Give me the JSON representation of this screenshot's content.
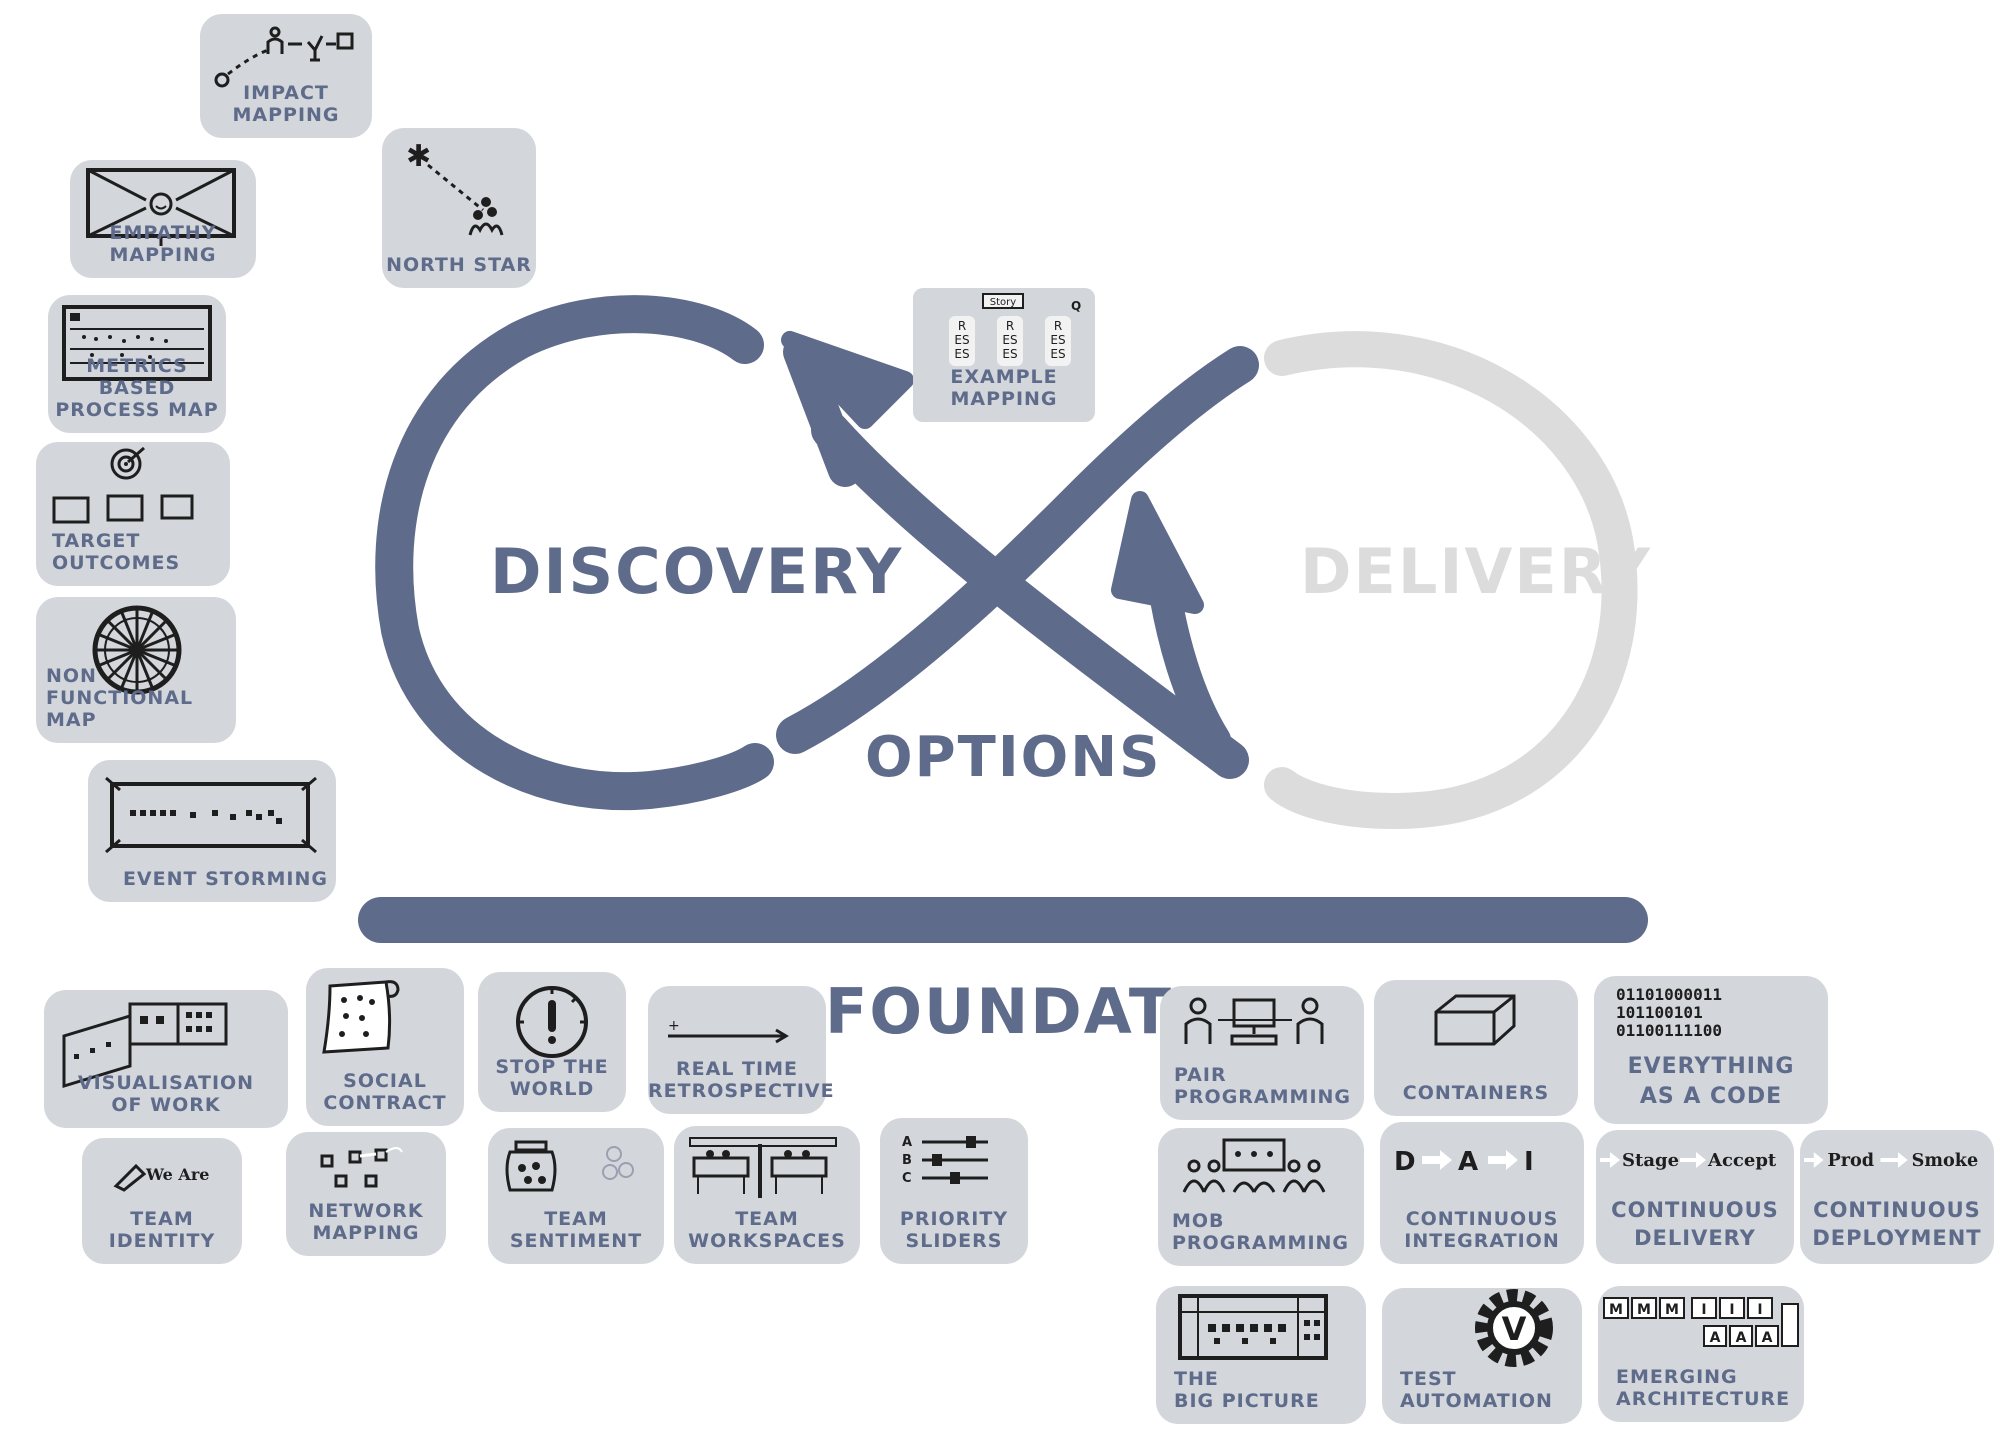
{
  "colors": {
    "accent": "#5e6b8a",
    "muted": "#dcdcdc",
    "card": "#d3d6db",
    "ink": "#1e1e1e"
  },
  "headings": {
    "discovery": "DISCOVERY",
    "delivery": "DELIVERY",
    "options": "OPTIONS",
    "foundation": "FOUNDATION"
  },
  "discovery_cards": [
    {
      "label": "IMPACT MAPPING",
      "icon": "impact-mapping-icon"
    },
    {
      "label": "NORTH STAR",
      "icon": "north-star-icon"
    },
    {
      "label": "EMPATHY MAPPING",
      "icon": "empathy-map-icon"
    },
    {
      "label": "METRICS BASED\nPROCESS MAP",
      "icon": "process-map-icon"
    },
    {
      "label": "TARGET\nOUTCOMES",
      "icon": "target-icon"
    },
    {
      "label": "NON FUNCTIONAL\nMAP",
      "icon": "wheel-icon"
    },
    {
      "label": "EVENT STORMING",
      "icon": "event-storming-icon"
    }
  ],
  "options_cards": [
    {
      "label": "EXAMPLE\nMAPPING",
      "icon": "example-mapping-icon",
      "header": "Story",
      "corner": "Q",
      "letters": [
        "R",
        "ES",
        "ES"
      ]
    }
  ],
  "foundation_cards": [
    {
      "label": "VISUALISATION\nOF WORK",
      "icon": "board-icon"
    },
    {
      "label": "SOCIAL\nCONTRACT",
      "icon": "scroll-icon"
    },
    {
      "label": "STOP THE\nWORLD",
      "icon": "alarm-icon"
    },
    {
      "label": "REAL TIME\nRETROSPECTIVE",
      "icon": "timeline-icon"
    },
    {
      "label": "TEAM\nIDENTITY",
      "icon": "rocket-icon",
      "sub": "We Are"
    },
    {
      "label": "NETWORK\nMAPPING",
      "icon": "network-icon"
    },
    {
      "label": "TEAM\nSENTIMENT",
      "icon": "jar-icon"
    },
    {
      "label": "TEAM\nWORKSPACES",
      "icon": "workspace-icon"
    },
    {
      "label": "PRIORITY\nSLIDERS",
      "icon": "sliders-icon",
      "letters": [
        "A",
        "B",
        "C"
      ]
    }
  ],
  "delivery_cards": [
    {
      "label": "PAIR\nPROGRAMMING",
      "icon": "pair-icon"
    },
    {
      "label": "CONTAINERS",
      "icon": "box-icon"
    },
    {
      "label": "EVERYTHING\nAS A CODE",
      "icon": "binary-icon",
      "code": [
        "01101000011",
        "101100101",
        "01100111100"
      ]
    },
    {
      "label": "MOB\nPROGRAMMING",
      "icon": "mob-icon"
    },
    {
      "label": "CONTINUOUS\nINTEGRATION",
      "icon": "dai-icon",
      "steps": [
        "D",
        "A",
        "I"
      ]
    },
    {
      "label": "CONTINUOUS\nDELIVERY",
      "icon": "pipeline-icon",
      "steps": [
        "Stage",
        "Accept"
      ]
    },
    {
      "label": "CONTINUOUS\nDEPLOYMENT",
      "icon": "pipeline-icon",
      "steps": [
        "Prod",
        "Smoke"
      ]
    },
    {
      "label": "THE\nBIG PICTURE",
      "icon": "big-picture-icon"
    },
    {
      "label": "TEST\nAUTOMATION",
      "icon": "gear-check-icon",
      "badge": "V"
    },
    {
      "label": "EMERGING\nARCHITECTURE",
      "icon": "architecture-icon",
      "tiles": [
        "M",
        "M",
        "M",
        "I",
        "I",
        "I",
        "A",
        "A",
        "A"
      ]
    }
  ]
}
